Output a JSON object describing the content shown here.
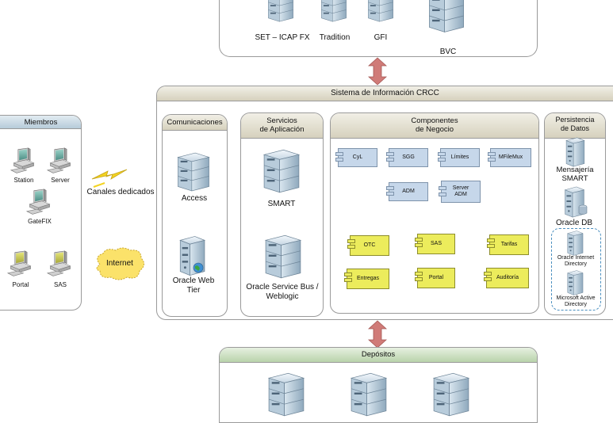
{
  "top_panel": {
    "servers": [
      "SET – ICAP FX",
      "Tradition",
      "GFI",
      "BVC"
    ]
  },
  "main_panel": {
    "title": "Sistema de Información CRCC",
    "comunicaciones": {
      "title": "Comunicaciones",
      "items": [
        "Access",
        "Oracle Web Tier"
      ]
    },
    "servicios": {
      "title_line1": "Servicios",
      "title_line2": "de Aplicación",
      "items": [
        "SMART",
        "Oracle Service Bus / Weblogic"
      ]
    },
    "componentes": {
      "title_line1": "Componentes",
      "title_line2": "de Negocio",
      "blue": [
        "CyL",
        "SGG",
        "Límites",
        "MFileMux",
        "ADM",
        "Server ADM"
      ],
      "yellow": [
        "OTC",
        "SAS",
        "Tarifas",
        "Entregas",
        "Portal",
        "Auditoría"
      ]
    },
    "persistencia": {
      "title_line1": "Persistencia",
      "title_line2": "de Datos",
      "items": [
        "Mensajería SMART",
        "Oracle DB",
        "Oracle Internet Directory",
        "Microsoft Active Directory"
      ]
    }
  },
  "miembros": {
    "title": "Miembros",
    "items": [
      "Station",
      "Server",
      "GateFIX",
      "Portal",
      "SAS"
    ]
  },
  "links": {
    "canales": "Canales dedicados",
    "internet": "Internet"
  },
  "depositos": {
    "title": "Depósitos"
  },
  "colors": {
    "arrow": "#d07b78",
    "blue_comp": "#c6d7ea",
    "yellow_comp": "#ecec5c",
    "header_fill": "#e4e0d2",
    "miembros_header": "#c9d9e4",
    "depositos_header": "#cfe0c6"
  }
}
